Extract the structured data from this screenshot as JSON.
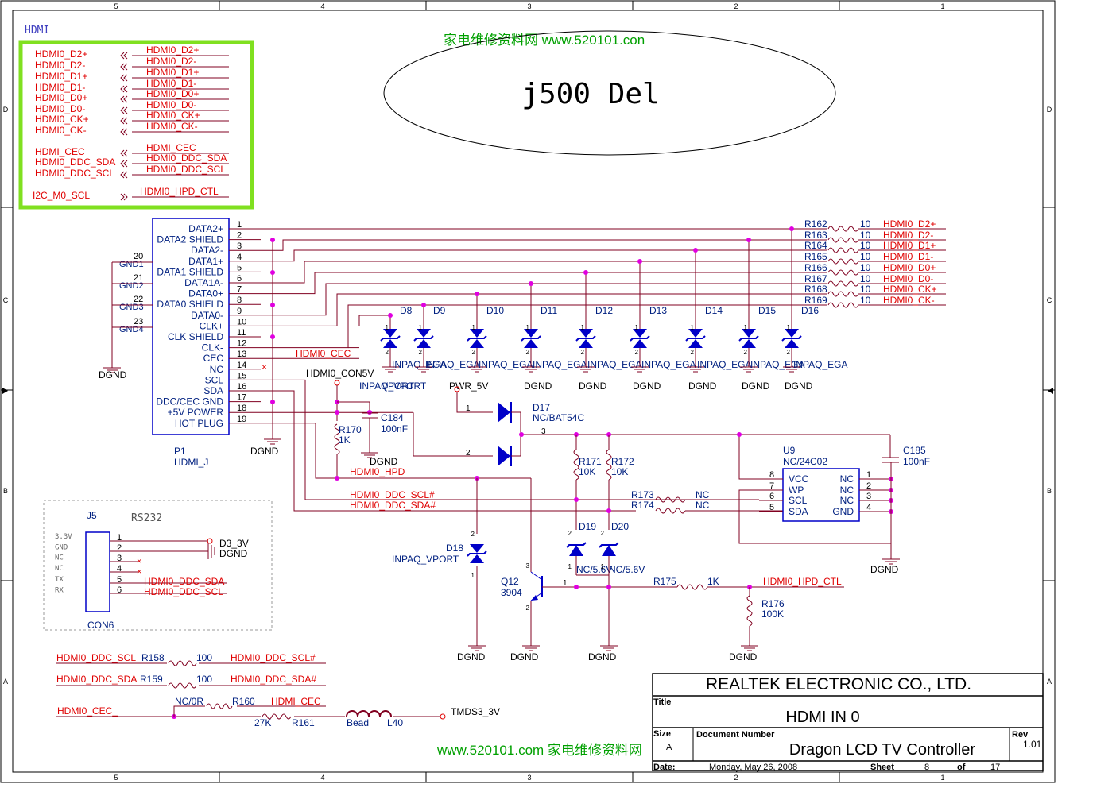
{
  "border": {
    "cols_top": [
      "5",
      "4",
      "3",
      "2",
      "1"
    ],
    "rows_side": [
      "D",
      "C",
      "B",
      "A"
    ]
  },
  "watermark": {
    "top": "家电维修资料网 www.520101.con",
    "bottom": "www.520101.com 家电维修资料网"
  },
  "note_text": "j500 Del",
  "hdmi_block": {
    "title": "HDMI",
    "left_labels": [
      "HDMI0_D2+",
      "HDMI0_D2-",
      "HDMI0_D1+",
      "HDMI0_D1-",
      "HDMI0_D0+",
      "HDMI0_D0-",
      "HDMI0_CK+",
      "HDMI0_CK-",
      "HDMI_CEC",
      "HDMI0_DDC_SDA",
      "HDMI0_DDC_SCL",
      "I2C_M0_SCL"
    ],
    "right_labels": [
      "HDMI0_D2+",
      "HDMI0_D2-",
      "HDMI0_D1+",
      "HDMI0_D1-",
      "HDMI0_D0+",
      "HDMI0_D0-",
      "HDMI0_CK+",
      "HDMI0_CK-",
      "HDMI_CEC",
      "HDMI0_DDC_SDA",
      "HDMI0_DDC_SCL",
      "HDMI0_HPD_CTL"
    ]
  },
  "p1": {
    "ref": "P1",
    "value": "HDMI_J",
    "pins": [
      "DATA2+",
      "DATA2 SHIELD",
      "DATA2-",
      "DATA1+",
      "DATA1 SHIELD",
      "DATA1A-",
      "DATA0+",
      "DATA0 SHIELD",
      "DATA0-",
      "CLK+",
      "CLK SHIELD",
      "CLK-",
      "CEC",
      "NC",
      "SCL",
      "SDA",
      "DDC/CEC GND",
      "+5V POWER",
      "HOT PLUG"
    ],
    "pin_numbers": [
      "1",
      "2",
      "3",
      "4",
      "5",
      "6",
      "7",
      "8",
      "9",
      "10",
      "11",
      "12",
      "13",
      "14",
      "15",
      "16",
      "17",
      "18",
      "19"
    ],
    "gnd_pins": [
      {
        "name": "GND1",
        "num": "20"
      },
      {
        "name": "GND2",
        "num": "21"
      },
      {
        "name": "GND3",
        "num": "22"
      },
      {
        "name": "GND4",
        "num": "23"
      }
    ]
  },
  "resistors_right": {
    "refs": [
      "R162",
      "R163",
      "R164",
      "R165",
      "R166",
      "R167",
      "R168",
      "R169"
    ],
    "values": [
      "10",
      "10",
      "10",
      "10",
      "10",
      "10",
      "10",
      "10"
    ],
    "nets": [
      "HDMI0_D2+",
      "HDMI0_D2-",
      "HDMI0_D1+",
      "HDMI0_D1-",
      "HDMI0_D0+",
      "HDMI0_D0-",
      "HDMI0_CK+",
      "HDMI0_CK-"
    ]
  },
  "diodes_top": {
    "refs": [
      "D8",
      "D9",
      "D10",
      "D11",
      "D12",
      "D13",
      "D14",
      "D15",
      "D16"
    ],
    "part": "INPAQ_EGA",
    "gnd": "DGND"
  },
  "labels": {
    "dgnd": "DGND",
    "hdmi0_cec": "HDMI0_CEC",
    "hdmi0_con5v": "HDMI0_CON5V",
    "inpaq_vport_overlap": "INPAQ_VPORT",
    "pwr_5v": "PWR_5V",
    "hdmi0_hpd": "HDMI0_HPD",
    "hdmi0_ddc_scl_n": "HDMI0_DDC_SCL#",
    "hdmi0_ddc_sda_n": "HDMI0_DDC_SDA#",
    "hdmi0_hpd_ctl": "HDMI0_HPD_CTL"
  },
  "parts": {
    "r170": {
      "ref": "R170",
      "value": "1K"
    },
    "c184": {
      "ref": "C184",
      "value": "100nF"
    },
    "d17": {
      "ref": "D17",
      "value": "NC/BAT54C",
      "pins": [
        "1",
        "2",
        "3"
      ]
    },
    "r171": {
      "ref": "R171",
      "value": "10K"
    },
    "r172": {
      "ref": "R172",
      "value": "10K"
    },
    "r173": {
      "ref": "R173",
      "value": "NC"
    },
    "r174": {
      "ref": "R174",
      "value": "NC"
    },
    "d18": {
      "ref": "D18",
      "value": "INPAQ_VPORT",
      "pins": [
        "2",
        "1"
      ]
    },
    "d19": {
      "ref": "D19",
      "value": "NC/5.6V",
      "pins": [
        "2",
        "1"
      ]
    },
    "d20": {
      "ref": "D20",
      "value": "NC/5.6V",
      "pins": [
        "2",
        "1"
      ]
    },
    "q12": {
      "ref": "Q12",
      "value": "3904",
      "pins": [
        "3",
        "1",
        "2"
      ]
    },
    "r175": {
      "ref": "R175",
      "value": "1K"
    },
    "r176": {
      "ref": "R176",
      "value": "100K"
    },
    "c185": {
      "ref": "C185",
      "value": "100nF"
    },
    "u9": {
      "ref": "U9",
      "value": "NC/24C02",
      "left_pins": [
        {
          "name": "VCC",
          "num": "8"
        },
        {
          "name": "WP",
          "num": "7"
        },
        {
          "name": "SCL",
          "num": "6"
        },
        {
          "name": "SDA",
          "num": "5"
        }
      ],
      "right_pins": [
        {
          "name": "NC",
          "num": "1"
        },
        {
          "name": "NC",
          "num": "2"
        },
        {
          "name": "NC",
          "num": "3"
        },
        {
          "name": "GND",
          "num": "4"
        }
      ]
    }
  },
  "j5": {
    "ref": "J5",
    "title": "RS232",
    "value": "CON6",
    "side_labels": [
      "3.3V",
      "GND",
      "NC",
      "NC",
      "TX",
      "RX"
    ],
    "pin_numbers": [
      "1",
      "2",
      "3",
      "4",
      "5",
      "6"
    ],
    "nets": [
      "D3_3V",
      "DGND",
      "",
      "",
      "HDMI0_DDC_SDA",
      "HDMI0_DDC_SCL"
    ]
  },
  "bottom_left": {
    "r158": {
      "ref": "R158",
      "value": "100",
      "left": "HDMI0_DDC_SCL",
      "right": "HDMI0_DDC_SCL#"
    },
    "r159": {
      "ref": "R159",
      "value": "100",
      "left": "HDMI0_DDC_SDA",
      "right": "HDMI0_DDC_SDA#"
    },
    "r160": {
      "ref": "R160",
      "value": "NC/0R",
      "right": "HDMI_CEC"
    },
    "r161": {
      "ref": "R161",
      "value": "27K"
    },
    "l40": {
      "ref": "L40",
      "value": "Bead"
    },
    "cec_net": "HDMI0_CEC_",
    "tmds": "TMDS3_3V"
  },
  "title_block": {
    "company": "REALTEK  ELECTRONIC  CO.,  LTD.",
    "title_label": "Title",
    "title": "HDMI IN 0",
    "size_label": "Size",
    "size": "A",
    "docnum_label": "Document Number",
    "docnum": "Dragon LCD TV Controller",
    "rev_label": "Rev",
    "rev": "1.01",
    "date_label": "Date:",
    "date": "Monday, May 26, 2008",
    "sheet_label": "Sheet",
    "sheet": "8",
    "of_label": "of",
    "total": "17"
  },
  "colors": {
    "wire": "#800020",
    "text_red": "#e00000",
    "blue": "#0000c8",
    "navy": "#002080",
    "highlight": "#80e020",
    "dot": "#e000e0",
    "black": "#000000",
    "green": "#00a000"
  }
}
